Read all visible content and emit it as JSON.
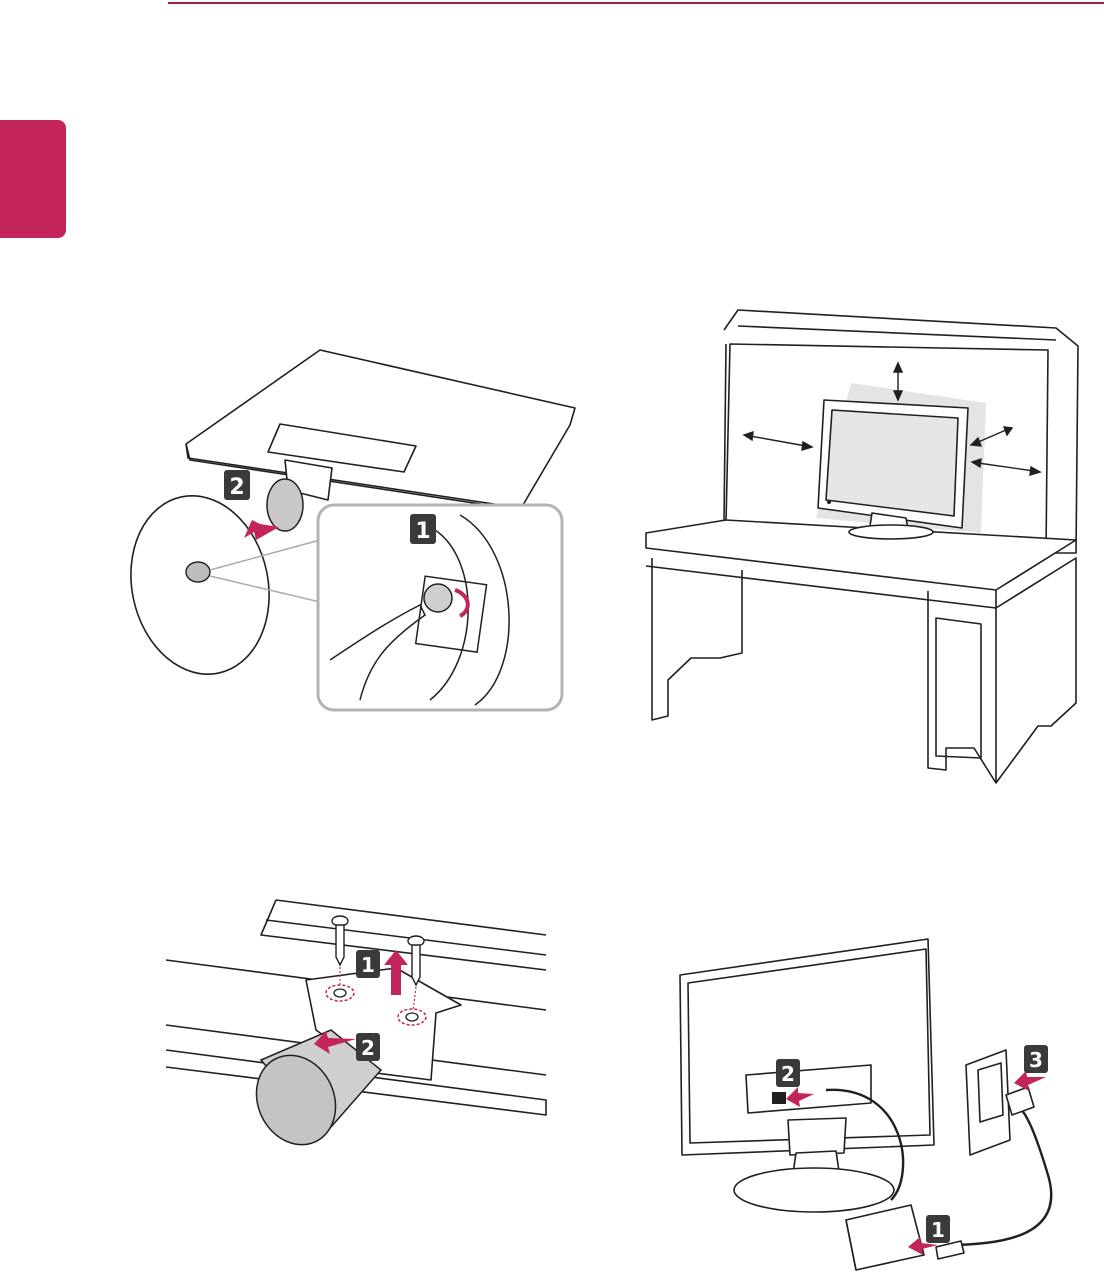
{
  "colors": {
    "accent": "#c4245c",
    "rule": "#9b1d4f",
    "line": "#231f20",
    "badge": "#3a3a3a",
    "fill_gray": "#c8c8c8"
  },
  "illustrations": {
    "detach_stand": {
      "badges": [
        "1",
        "2"
      ]
    },
    "desk_clearance": {},
    "remove_stand_body": {
      "badges": [
        "1",
        "2"
      ]
    },
    "connect_power": {
      "badges": [
        "1",
        "2",
        "3"
      ]
    }
  }
}
